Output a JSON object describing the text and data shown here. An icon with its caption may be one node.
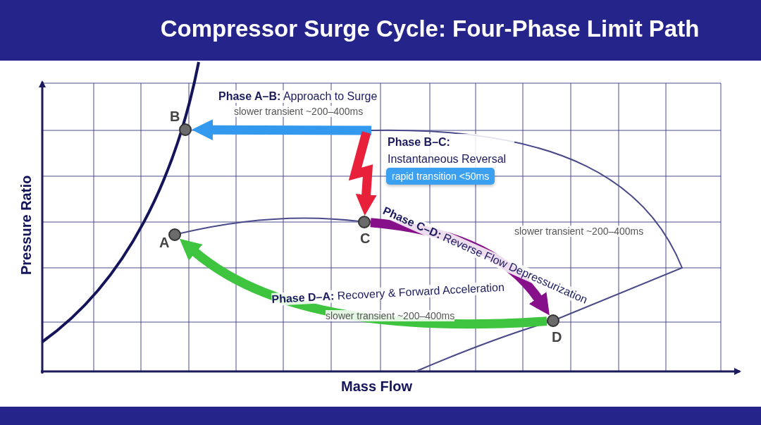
{
  "diagram": {
    "title": "Compressor Surge Cycle: Four-Phase Limit Path",
    "nodes": [
      {
        "text": [
          "A"
        ]
      },
      {
        "text": [
          "B"
        ]
      },
      {
        "text": [
          "C"
        ]
      },
      {
        "text": [
          "D"
        ]
      }
    ],
    "edges": [
      {
        "from": null,
        "to": 1,
        "arrow": "to",
        "label": "**Phase A–B:** Approach to Surge",
        "color": "#3399ee"
      },
      {
        "from": null,
        "to": 2,
        "arrow": "to",
        "label": "**Phase B–C:** Instantaneous Reversal",
        "color": "#e8203a"
      },
      {
        "from": 2,
        "to": 3,
        "arrow": "to",
        "label": "**Phase C–D:** Reverse Flow Depressurization",
        "color": "#86108a"
      },
      {
        "from": 3,
        "to": 0,
        "arrow": "to",
        "label": "**Phase D–A:** Recovery & Forward Acceleration",
        "color": "#3ec43e"
      }
    ],
    "labels": [
      "slower transient ~200–400ms",
      "rapid transition <50ms",
      "slower transient ~200–400ms",
      "slower transient ~200–400ms",
      "Pressure Ratio",
      "Mass Flow"
    ]
  }
}
